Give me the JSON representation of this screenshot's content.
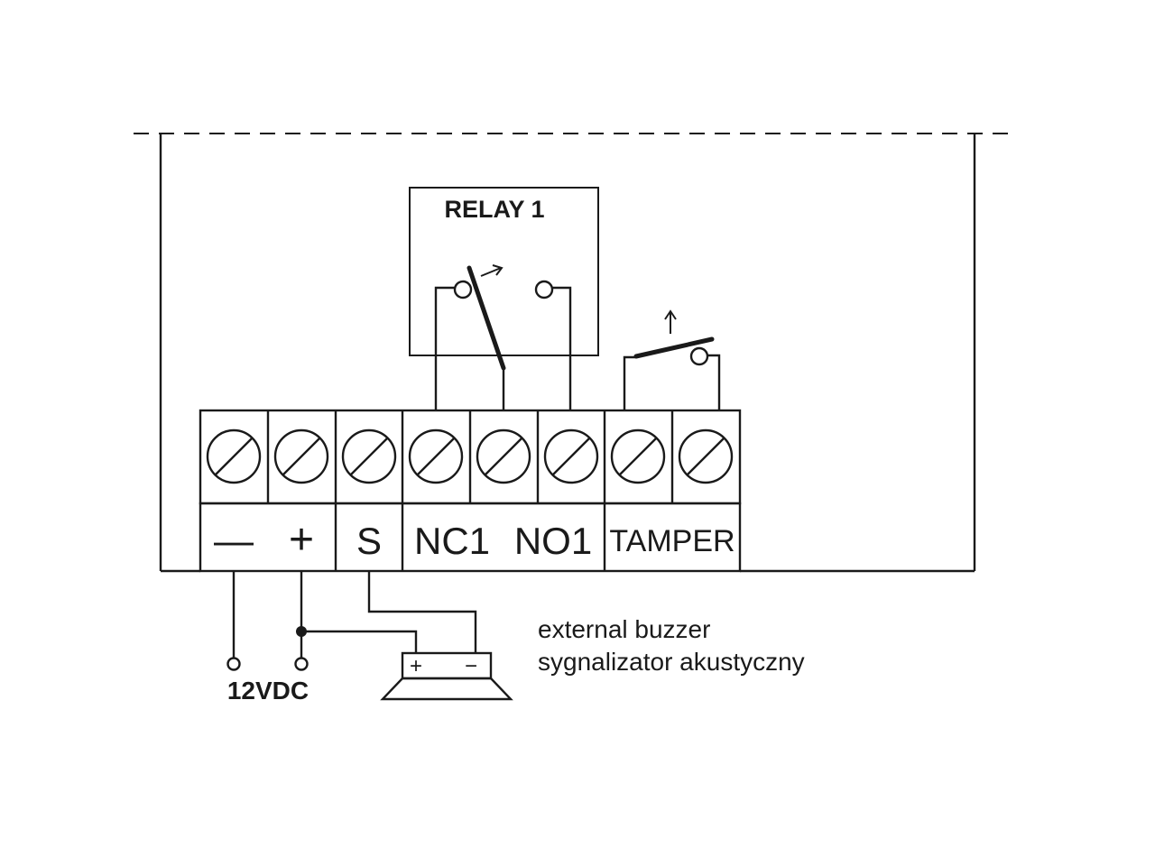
{
  "relay": {
    "label": "RELAY 1"
  },
  "terminals": {
    "minus": "—",
    "plus": "+",
    "s": "S",
    "nc1": "NC1",
    "no1": "NO1",
    "tamper": "TAMPER"
  },
  "buzzer": {
    "plus_mark": "+",
    "minus_mark": "−",
    "caption_en": "external buzzer",
    "caption_pl": "sygnalizator akustyczny"
  },
  "power": {
    "label": "12VDC"
  }
}
